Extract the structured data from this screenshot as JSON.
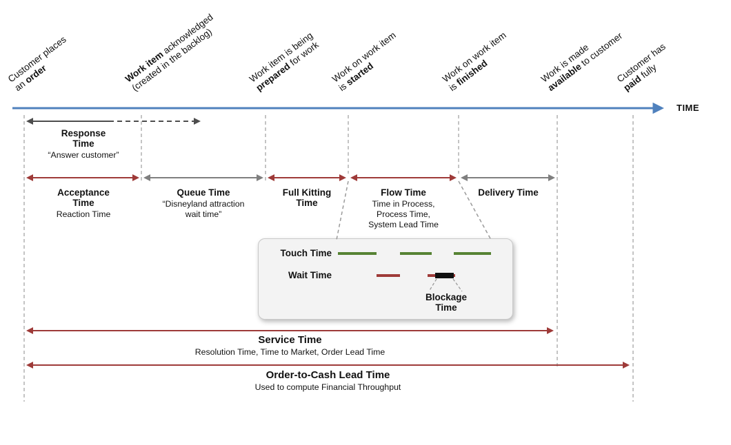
{
  "timeline": {
    "label": "TIME"
  },
  "milestones": [
    {
      "l1_pre": "Customer places",
      "l2_pre": "an ",
      "l2_bold": "order"
    },
    {
      "l1_bold": "Work item",
      "l1_post": " acknowledged",
      "l2_pre": "(created in the backlog)"
    },
    {
      "l1_pre": "Work item is being",
      "l2_bold": "prepared",
      "l2_post": " for work"
    },
    {
      "l1_pre": "Work on work item",
      "l2_pre": "is ",
      "l2_bold": "started"
    },
    {
      "l1_pre": "Work on work item",
      "l2_pre": "is ",
      "l2_bold": "finished"
    },
    {
      "l1_pre": "Work is made",
      "l2_bold": "available",
      "l2_post": " to customer"
    },
    {
      "l1_pre": "Customer has",
      "l2_bold": "paid",
      "l2_post": " fully"
    }
  ],
  "spans": {
    "response": {
      "title": "Response Time",
      "sub": "“Answer customer”"
    },
    "acceptance": {
      "title": "Acceptance Time",
      "sub": "Reaction Time"
    },
    "queue": {
      "title": "Queue Time",
      "sub": "“Disneyland attraction wait time”"
    },
    "full_kitting": {
      "title": "Full Kitting Time"
    },
    "flow": {
      "title": "Flow Time",
      "sub": "Time in Process, Process Time, System Lead Time"
    },
    "delivery": {
      "title": "Delivery Time"
    },
    "service": {
      "title": "Service Time",
      "sub": "Resolution Time, Time to Market, Order Lead Time"
    },
    "order_to_cash": {
      "title": "Order-to-Cash Lead Time",
      "sub": "Used to compute Financial Throughput"
    }
  },
  "inset": {
    "touch": "Touch Time",
    "wait": "Wait Time",
    "blockage": "Blockage Time"
  },
  "colors": {
    "timeline_blue": "#4f81bd",
    "span_red": "#9e3a38",
    "span_gray": "#7f7f7f",
    "response_gray": "#4d4d4d",
    "touch_green": "#568233",
    "blockage_black": "#111111"
  }
}
